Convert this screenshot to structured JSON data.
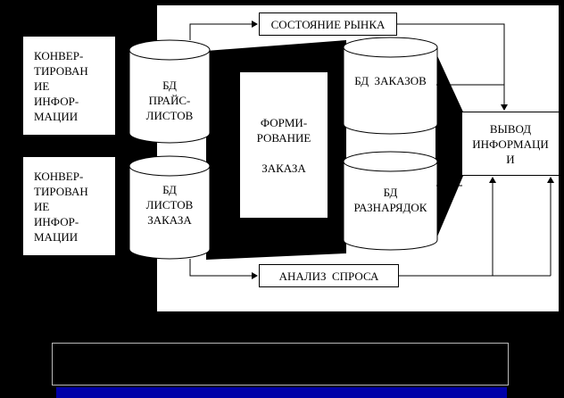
{
  "colors": {
    "background": "#000000",
    "canvas": "#ffffff",
    "ink": "#000000",
    "caption_border": "#b8b8b8",
    "highlight_bar": "#0000a8"
  },
  "nodes": {
    "conv_top": "КОНВЕР-\nТИРОВАН\nИЕ\nИНФОР-\nМАЦИИ",
    "conv_bottom": "КОНВЕР-\nТИРОВАН\nИЕ\nИНФОР-\nМАЦИИ",
    "db_price_lists": "БД\nПРАЙС-\nЛИСТОВ",
    "db_order_sheets": "БД\nЛИСТОВ\nЗАКАЗА",
    "db_orders": "БД  ЗАКАЗОВ",
    "db_raznaryadok": "БД\nРАЗНАРЯДОК",
    "market_state": "СОСТОЯНИЕ РЫНКА",
    "order_formation": "ФОРМИ-\nРОВАНИЕ\n\nЗАКАЗА",
    "output_info": "ВЫВОД\nИНФОРМАЦИ\nИ",
    "demand_analysis": "АНАЛИЗ  СПРОСА"
  }
}
